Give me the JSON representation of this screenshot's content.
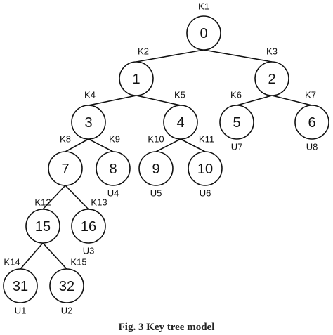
{
  "diagram": {
    "nodes": [
      {
        "id": "0",
        "label": "0",
        "key": "K1"
      },
      {
        "id": "1",
        "label": "1",
        "key": "K2"
      },
      {
        "id": "2",
        "label": "2",
        "key": "K3"
      },
      {
        "id": "3",
        "label": "3",
        "key": "K4"
      },
      {
        "id": "4",
        "label": "4",
        "key": "K5"
      },
      {
        "id": "5",
        "label": "5",
        "key": "K6",
        "user": "U7"
      },
      {
        "id": "6",
        "label": "6",
        "key": "K7",
        "user": "U8"
      },
      {
        "id": "7",
        "label": "7",
        "key": "K8"
      },
      {
        "id": "8",
        "label": "8",
        "key": "K9",
        "user": "U4"
      },
      {
        "id": "9",
        "label": "9",
        "key": "K10",
        "user": "U5"
      },
      {
        "id": "10",
        "label": "10",
        "key": "K11",
        "user": "U6"
      },
      {
        "id": "15",
        "label": "15",
        "key": "K12"
      },
      {
        "id": "16",
        "label": "16",
        "key": "K13",
        "user": "U3"
      },
      {
        "id": "31",
        "label": "31",
        "key": "K14",
        "user": "U1"
      },
      {
        "id": "32",
        "label": "32",
        "key": "K15",
        "user": "U2"
      }
    ],
    "edges": [
      [
        "0",
        "1"
      ],
      [
        "0",
        "2"
      ],
      [
        "1",
        "3"
      ],
      [
        "1",
        "4"
      ],
      [
        "2",
        "5"
      ],
      [
        "2",
        "6"
      ],
      [
        "3",
        "7"
      ],
      [
        "3",
        "8"
      ],
      [
        "4",
        "9"
      ],
      [
        "4",
        "10"
      ],
      [
        "7",
        "15"
      ],
      [
        "7",
        "16"
      ],
      [
        "15",
        "31"
      ],
      [
        "15",
        "32"
      ]
    ],
    "caption": "Fig. 3   Key tree model"
  }
}
